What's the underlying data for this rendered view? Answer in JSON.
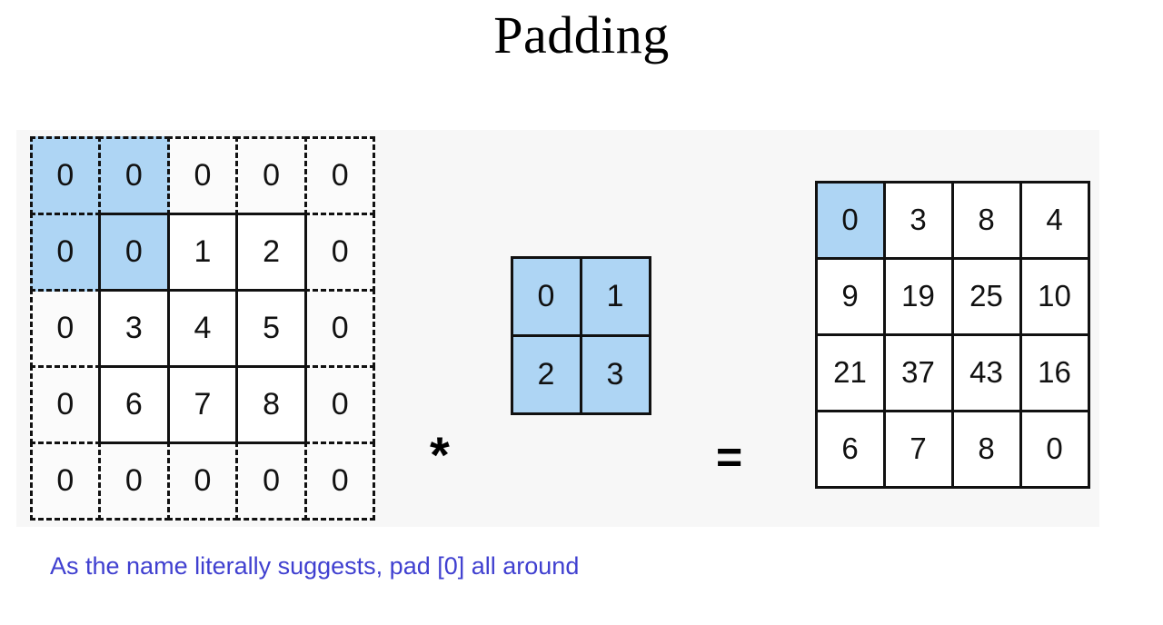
{
  "slide": {
    "title": "Padding",
    "caption": "As the name literally suggests, pad [0] all around"
  },
  "operators": {
    "convolve": "*",
    "equals": "="
  },
  "colors": {
    "highlight_blue": "#aed5f4",
    "border_black": "#111111",
    "caption_blue": "#4040d0",
    "panel_background": "#f7f7f7",
    "page_background": "#ffffff"
  },
  "chart_data": {
    "type": "table",
    "title": "Padding",
    "annotations": [
      "As the name literally suggests, pad [0] all around"
    ],
    "matrices": [
      {
        "name": "padded-input",
        "rows": 5,
        "cols": 5,
        "border_style": "dashed-padding-ring-solid-inner",
        "values": [
          [
            0,
            0,
            0,
            0,
            0
          ],
          [
            0,
            0,
            1,
            2,
            0
          ],
          [
            0,
            3,
            4,
            5,
            0
          ],
          [
            0,
            6,
            7,
            8,
            0
          ],
          [
            0,
            0,
            0,
            0,
            0
          ]
        ],
        "inner": [
          [
            0,
            1,
            2
          ],
          [
            3,
            4,
            5
          ],
          [
            6,
            7,
            8
          ]
        ],
        "highlighted_cells": [
          [
            0,
            0
          ],
          [
            0,
            1
          ],
          [
            1,
            0
          ],
          [
            1,
            1
          ]
        ],
        "solid_cells": [
          [
            1,
            1
          ],
          [
            1,
            2
          ],
          [
            1,
            3
          ],
          [
            2,
            1
          ],
          [
            2,
            2
          ],
          [
            2,
            3
          ],
          [
            3,
            1
          ],
          [
            3,
            2
          ],
          [
            3,
            3
          ]
        ]
      },
      {
        "name": "kernel",
        "rows": 2,
        "cols": 2,
        "border_style": "solid",
        "values": [
          [
            0,
            1
          ],
          [
            2,
            3
          ]
        ],
        "highlighted_cells": [
          [
            0,
            0
          ],
          [
            0,
            1
          ],
          [
            1,
            0
          ],
          [
            1,
            1
          ]
        ]
      },
      {
        "name": "output",
        "rows": 4,
        "cols": 4,
        "border_style": "solid",
        "values": [
          [
            0,
            3,
            8,
            4
          ],
          [
            9,
            19,
            25,
            10
          ],
          [
            21,
            37,
            43,
            16
          ],
          [
            6,
            7,
            8,
            0
          ]
        ],
        "highlighted_cells": [
          [
            0,
            0
          ]
        ]
      }
    ]
  }
}
